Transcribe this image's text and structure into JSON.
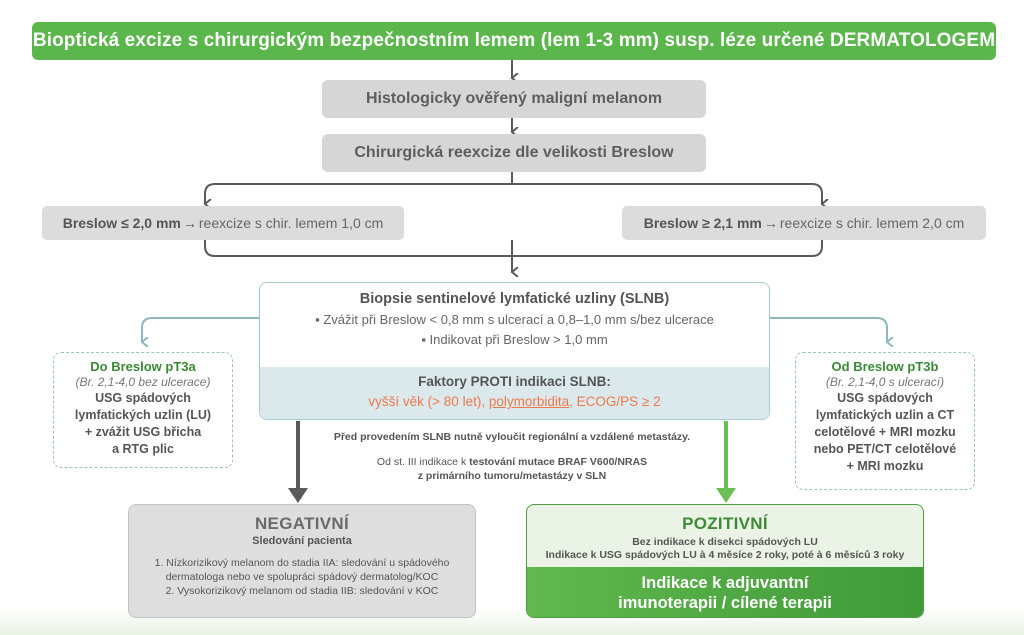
{
  "top_box": "Bioptická excize s chirurgickým bezpečnostním lemem (lem 1-3 mm) susp. léze určené DERMATOLOGEM",
  "histology": "Histologicky ověřený maligní melanom",
  "reexcision": "Chirurgická reexcize dle velikosti Breslow",
  "breslow_left": {
    "label": "Breslow ≤ 2,0 mm",
    "arrow": "→",
    "text": "reexcize s chir. lemem 1,0 cm"
  },
  "breslow_right": {
    "label": "Breslow ≥ 2,1 mm",
    "arrow": "→",
    "text": "reexcize s chir. lemem 2,0 cm"
  },
  "slnb": {
    "title": "Biopsie sentinelové lymfatické uzliny (SLNB)",
    "line1": "▪ Zvážit při Breslow < 0,8 mm s ulcerací a 0,8–1,0 mm s/bez ulcerace",
    "line2": "▪ Indikovat při Breslow > 1,0 mm",
    "factors_title": "Faktory PROTI indikaci SLNB:",
    "factor1": "vyšší věk (> 80 let)",
    "sep1": ", ",
    "factor2": "polymorbidita",
    "sep2": ", ",
    "factor3": "ECOG/PS ≥ 2"
  },
  "left_side": {
    "title": "Do Breslow pT3a",
    "subtitle": "(Br. 2,1-4,0 bez ulcerace)",
    "lines": [
      "USG spádových",
      "lymfatických uzlin (LU)",
      "+ zvážit USG břicha",
      "a RTG plic"
    ]
  },
  "right_side": {
    "title": "Od Breslow pT3b",
    "subtitle": "(Br. 2,1-4,0 s ulcerací)",
    "lines": [
      "USG spádových",
      "lymfatických uzlin a CT",
      "celotělové + MRI mozku",
      "nebo PET/CT celotělové",
      "+ MRI mozku"
    ]
  },
  "note1": "Před provedením SLNB nutně vyloučit regionální a vzdálené metastázy.",
  "note2": {
    "part1": "Od st. III indikace k ",
    "part1_bold": "testování mutace BRAF V600/NRAS",
    "line2": "z primárního tumoru/metastázy v SLN"
  },
  "negative": {
    "title": "NEGATIVNÍ",
    "subtitle": "Sledování pacienta",
    "item1_line1": "1. Nízkorizikový melanom do stadia IIA: sledování u spádového",
    "item1_line2": "dermatologa nebo ve spolupráci spádový dermatolog/KOC",
    "item2": "2. Vysokorizikový melanom od stadia IIB: sledování v KOC"
  },
  "positive": {
    "title": "POZITIVNÍ",
    "line1": "Bez indikace k disekci spádových LU",
    "line2": "Indikace k USG spádových LU à 4 měsíce 2 roky, poté à 6 měsíců 3 roky",
    "green_line1": "Indikace k adjuvantní",
    "green_line2": "imunoterapii / cílené terapii"
  },
  "colors": {
    "green": "#5bb64b",
    "grey_box": "#d6d6d6",
    "slnb_border": "#a9cbd4",
    "slnb_factors_bg": "#dbe9ec",
    "factor_text": "#ee7a4c",
    "dark_arrow": "#5a5a5a",
    "light_arrow": "#8fb7c0"
  }
}
